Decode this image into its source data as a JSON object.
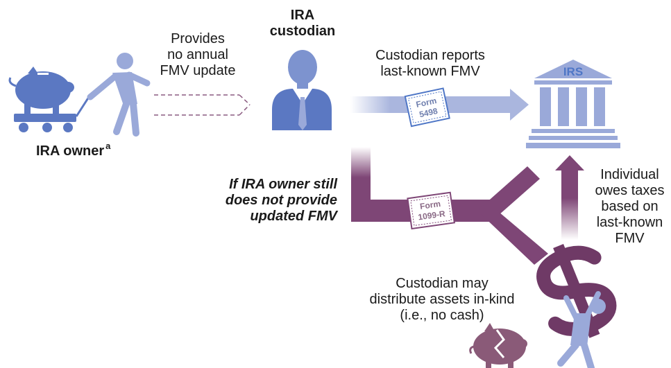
{
  "ira_owner": {
    "label": "IRA owner",
    "footnote": "a"
  },
  "ira_custodian": {
    "line1": "IRA",
    "line2": "custodian"
  },
  "provides_note": {
    "line1": "Provides",
    "line2": "no annual",
    "line3": "FMV update"
  },
  "custodian_reports": {
    "line1": "Custodian reports",
    "line2": "last-known FMV"
  },
  "irs": {
    "label": "IRS"
  },
  "form_5498": {
    "line1": "Form",
    "line2": "5498"
  },
  "form_1099r": {
    "line1": "Form",
    "line2": "1099-R"
  },
  "condition_note": {
    "line1": "If IRA owner still",
    "line2": "does not provide",
    "line3": "updated FMV"
  },
  "individual_owes": {
    "line1": "Individual",
    "line2": "owes taxes",
    "line3": "based on",
    "line4": "last-known",
    "line5": "FMV"
  },
  "distribute_note": {
    "line1": "Custodian may",
    "line2": "distribute assets in-kind",
    "line3": "(i.e., no cash)"
  },
  "colors": {
    "blue_icon": "#5b78c2",
    "blue_light": "#9aa9d9",
    "arrow_blue": "#aab6de",
    "purple_dark": "#6f3a66",
    "purple_mid": "#7e4676",
    "pig_broken": "#8a5a78",
    "irs_text": "#4e76c6"
  },
  "icons": [
    "piggy-bank-icon",
    "wagon-icon",
    "person-pulling-icon",
    "custodian-person-icon",
    "irs-building-icon",
    "dollar-sign-icon",
    "person-carrying-icon",
    "broken-piggy-bank-icon"
  ]
}
